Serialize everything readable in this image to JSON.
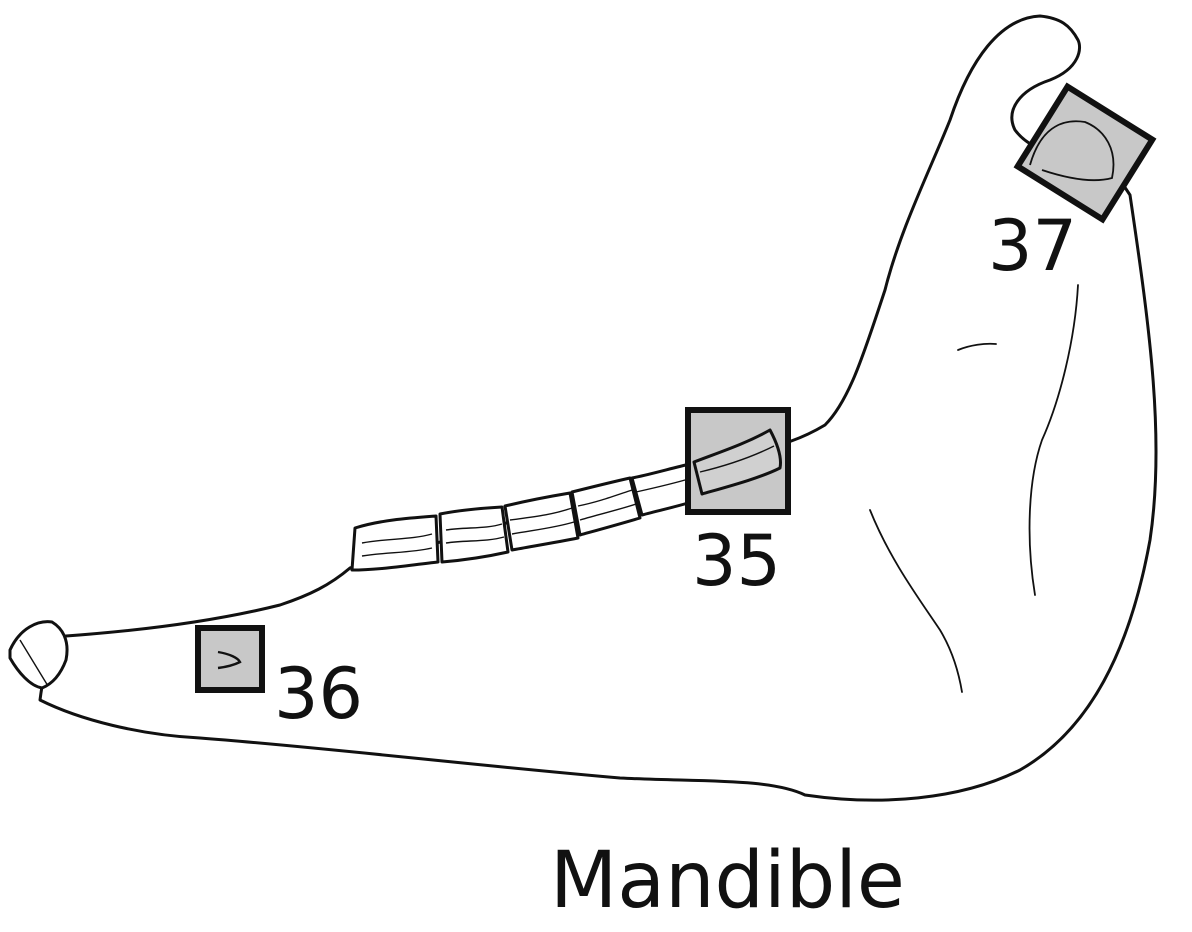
{
  "caption": "Mandible",
  "regions": [
    {
      "id": "35",
      "label": "35"
    },
    {
      "id": "36",
      "label": "36"
    },
    {
      "id": "37",
      "label": "37"
    }
  ],
  "colors": {
    "outline": "#111111",
    "marker_fill": "#c8c8c8",
    "background": "#ffffff"
  }
}
